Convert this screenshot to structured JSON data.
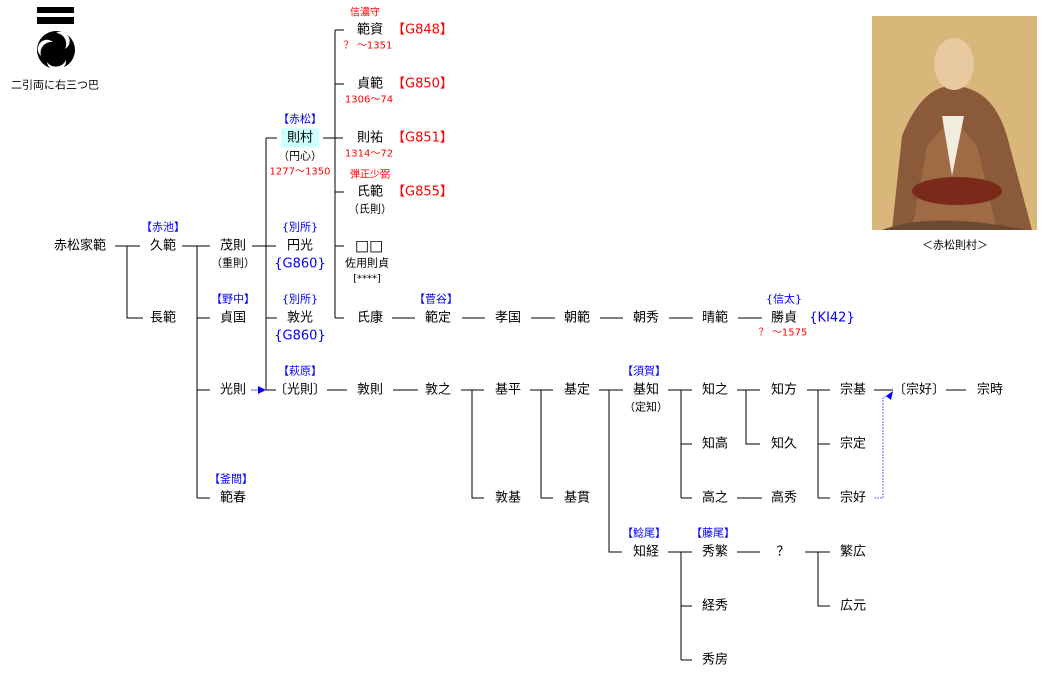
{
  "crest": {
    "caption": "二引両に右三つ巴"
  },
  "portrait": {
    "caption": "＜赤松則村＞"
  },
  "nodes": {
    "ienori": "赤松家範",
    "hisanori": "久範",
    "naganori": "長範",
    "shigenori": "茂則",
    "shigenori_alt": "（重則）",
    "sadakuni": "貞国",
    "mitsunori": "光則",
    "noriharu": "範春",
    "norimura": "則村",
    "norimura_alt": "（円心）",
    "norimura_years": "1277～1350",
    "enko": "円光",
    "enko_code": "{G860}",
    "atsumitsu": "敦光",
    "atsumitsu_code": "{G860}",
    "mitsunori2": "〔光則〕",
    "norisuke": "範資",
    "norisuke_title": "信濃守",
    "norisuke_years": "？ ～1351",
    "norisuke_code": "【G848】",
    "sadanori": "貞範",
    "sadanori_years": "1306～74",
    "sadanori_code": "【G850】",
    "norisuke2": "則祐",
    "norisuke2_years": "1314～72",
    "norisuke2_code": "【G851】",
    "ujinori": "氏範",
    "ujinori_title": "弾正少弼",
    "ujinori_alt": "（氏則）",
    "ujinori_code": "【G855】",
    "unknown": "□□",
    "sayo": "佐用則貞",
    "sayo_note": "[****]",
    "ujiyasu": "氏康",
    "norisada": "範定",
    "takakuni": "孝国",
    "tomonori": "朝範",
    "tomohide": "朝秀",
    "harunori": "晴範",
    "katsusada": "勝貞",
    "katsusada_years": "？ ～1575",
    "katsusada_code": "{KI42}",
    "atsunori": "敦則",
    "atsuyuki": "敦之",
    "motohira": "基平",
    "atsumoto": "敦基",
    "motosada": "基定",
    "motonuki": "基貫",
    "mototomo": "基知",
    "mototomo_alt": "（定知）",
    "tomoyuki": "知之",
    "tomotaka": "知高",
    "takayuki": "高之",
    "tomokata": "知方",
    "tomohisa": "知久",
    "takahide": "高秀",
    "munemoto": "宗基",
    "munesada": "宗定",
    "muneyoshi": "宗好",
    "muneyoshi2": "〔宗好〕",
    "munetoki": "宗時",
    "tomotsune": "知経",
    "hideshige": "秀繁",
    "tsunehide": "経秀",
    "hidefusa": "秀房",
    "q": "？",
    "shigehiro": "繁広",
    "hiromoto": "広元"
  },
  "clans": {
    "akaike": "【赤池】",
    "akamatsu": "【赤松】",
    "bessho1": "{別所}",
    "nonaka": "【野中】",
    "bessho2": "{別所}",
    "hagiwara": "【萩原】",
    "sugaya": "【菅谷】",
    "shida": "{信太}",
    "suga": "【須賀】",
    "kama": "【釜間】",
    "namazuo": "【鯰尾】",
    "fujio": "【藤尾】"
  },
  "colors": {
    "line": "#000000",
    "clan": "#0000ff",
    "note": "#ff0000",
    "highlight": "#ccffff"
  }
}
